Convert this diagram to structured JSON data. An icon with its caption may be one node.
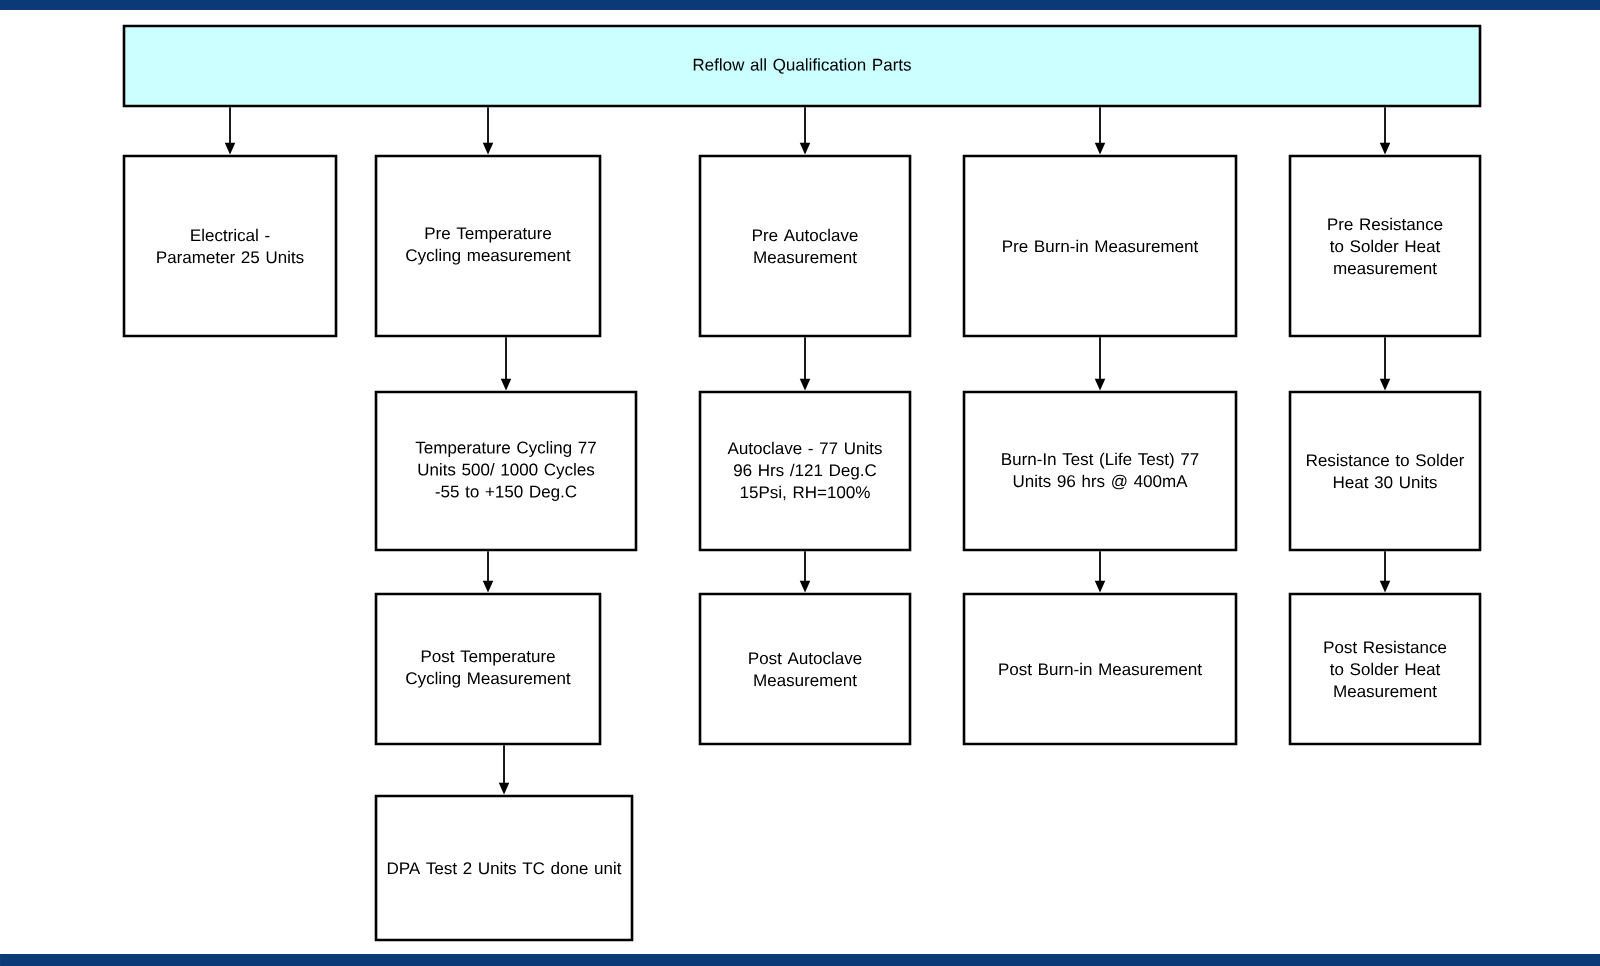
{
  "diagram": {
    "nodes": [
      {
        "text": [
          "Reflow all Qualification Parts"
        ]
      },
      {
        "text": [
          "Electrical - Parameter 25 Units"
        ]
      },
      {
        "text": [
          "Pre Temperature Cycling measurement"
        ]
      },
      {
        "text": [
          "Pre Autoclave Measurement"
        ]
      },
      {
        "text": [
          "Pre Burn-in Measurement"
        ]
      },
      {
        "text": [
          "Pre Resistance to Solder Heat measurement"
        ]
      },
      {
        "text": [
          "Temperature Cycling 77 Units 500/ 1000 Cycles -55 to +150 Deg.C"
        ]
      },
      {
        "text": [
          "Autoclave - 77 Units 96 Hrs /121 Deg.C 15Psi, RH=100%"
        ]
      },
      {
        "text": [
          "Burn-In Test (Life Test) 77 Units 96 hrs @ 400mA"
        ]
      },
      {
        "text": [
          "Resistance to Solder Heat 30 Units"
        ]
      },
      {
        "text": [
          "Post Temperature Cycling Measurement"
        ]
      },
      {
        "text": [
          "Post Autoclave Measurement"
        ]
      },
      {
        "text": [
          "Post Burn-in Measurement"
        ]
      },
      {
        "text": [
          "Post Resistance to Solder Heat Measurement"
        ]
      },
      {
        "text": [
          "DPA Test 2 Units TC done unit"
        ]
      }
    ],
    "edges": [
      {
        "from": 0,
        "to": 1,
        "arrow": "to"
      },
      {
        "from": 0,
        "to": 2,
        "arrow": "to"
      },
      {
        "from": 0,
        "to": 3,
        "arrow": "to"
      },
      {
        "from": 0,
        "to": 4,
        "arrow": "to"
      },
      {
        "from": 0,
        "to": 5,
        "arrow": "to"
      },
      {
        "from": 2,
        "to": 6,
        "arrow": "to"
      },
      {
        "from": 6,
        "to": 10,
        "arrow": "to"
      },
      {
        "from": 10,
        "to": 14,
        "arrow": "to"
      },
      {
        "from": 3,
        "to": 7,
        "arrow": "to"
      },
      {
        "from": 7,
        "to": 11,
        "arrow": "to"
      },
      {
        "from": 4,
        "to": 8,
        "arrow": "to"
      },
      {
        "from": 8,
        "to": 12,
        "arrow": "to"
      },
      {
        "from": 5,
        "to": 9,
        "arrow": "to"
      },
      {
        "from": 9,
        "to": 13,
        "arrow": "to"
      }
    ]
  }
}
